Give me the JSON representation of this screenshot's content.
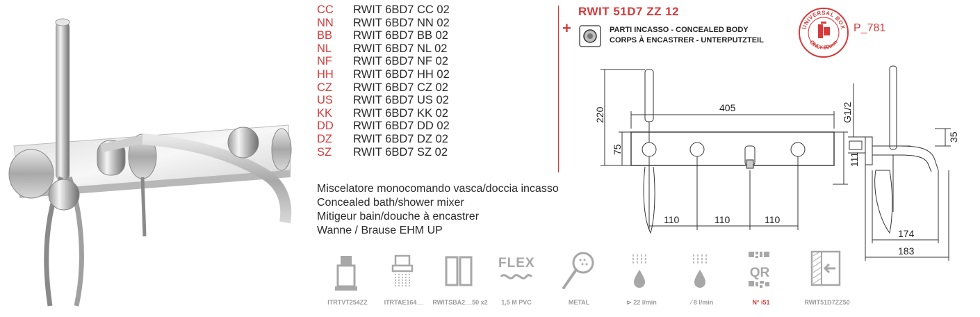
{
  "finishes": [
    {
      "code": "CC",
      "article": "RWIT 6BD7 CC 02"
    },
    {
      "code": "NN",
      "article": "RWIT 6BD7 NN 02"
    },
    {
      "code": "BB",
      "article": "RWIT 6BD7 BB 02"
    },
    {
      "code": "NL",
      "article": "RWIT 6BD7 NL 02"
    },
    {
      "code": "NF",
      "article": "RWIT 6BD7 NF 02"
    },
    {
      "code": "HH",
      "article": "RWIT 6BD7 HH 02"
    },
    {
      "code": "CZ",
      "article": "RWIT 6BD7 CZ 02"
    },
    {
      "code": "US",
      "article": "RWIT 6BD7 US 02"
    },
    {
      "code": "KK",
      "article": "RWIT 6BD7 KK 02"
    },
    {
      "code": "DD",
      "article": "RWIT 6BD7 DD 02"
    },
    {
      "code": "DZ",
      "article": "RWIT 6BD7 DZ 02"
    },
    {
      "code": "SZ",
      "article": "RWIT 6BD7 SZ 02"
    }
  ],
  "descriptions": {
    "it": "Miscelatore monocomando vasca/doccia incasso",
    "en": "Concealed bath/shower mixer",
    "fr": "Mitigeur bain/douche à encastrer",
    "de": "Wanne / Brause EHM UP"
  },
  "header": {
    "main_code": "RWIT 51D7 ZZ 12",
    "plus": "+",
    "concealed_line1": "PARTI INCASSO - CONCEALED BODY",
    "concealed_line2": "CORPS À ENCASTRER - UNTERPUTZTEIL",
    "badge_top": "UNIVERSAL BOX",
    "badge_bottom": "ONLY 50mm",
    "p_code": "P_781"
  },
  "dimensions": {
    "h_220": "220",
    "w_405": "405",
    "h_75": "75",
    "h_111": "111",
    "s1": "110",
    "s2": "110",
    "s3": "110",
    "thread": "G1/2",
    "d_35": "35",
    "d_174": "174",
    "d_183": "183"
  },
  "icons": [
    {
      "name": "ITRTVT254ZZ",
      "icon": "cartridge-icon"
    },
    {
      "name": "ITRTAE164__",
      "icon": "aerator-icon"
    },
    {
      "name": "RWITSBA2__50 x2",
      "icon": "wall-plate-icon"
    },
    {
      "name": "1,5 M PVC",
      "icon": "flex-hose-icon",
      "title": "FLEX"
    },
    {
      "name": "METAL",
      "icon": "hand-shower-icon"
    },
    {
      "name": "⊳ 22 l/min",
      "icon": "flow-rate-icon"
    },
    {
      "name": "⁄ 8 l/min",
      "icon": "shower-flow-icon"
    },
    {
      "name": "N° i51",
      "icon": "qr-code-icon",
      "qr": "QR"
    },
    {
      "name": "RWIT51D7ZZ50",
      "icon": "concealed-box-icon"
    }
  ],
  "colors": {
    "accent": "#d53a3a",
    "icon_grey": "#a7a7a7",
    "text": "#222222"
  }
}
